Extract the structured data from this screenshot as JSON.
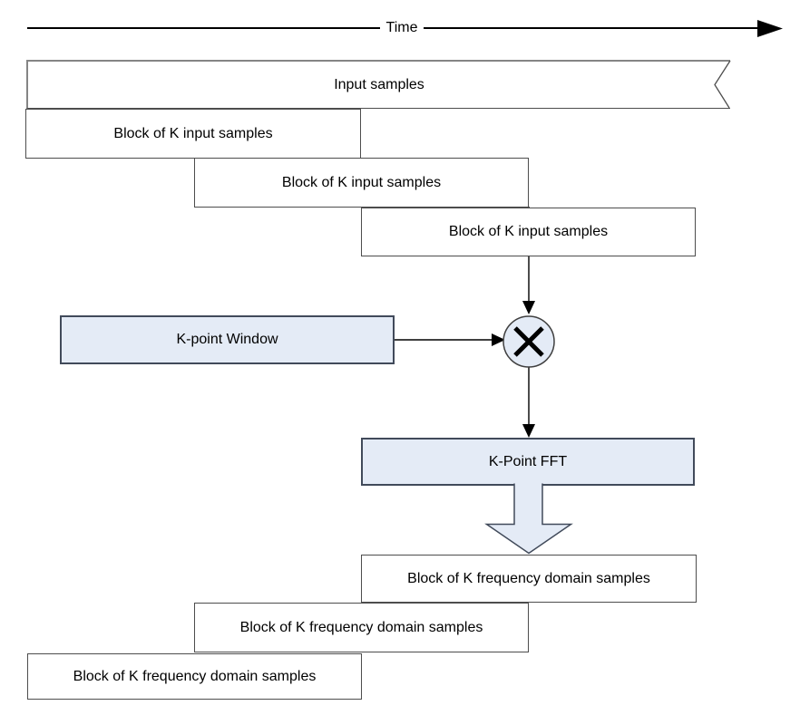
{
  "diagram": {
    "time_axis": {
      "label": "Time"
    },
    "input_stream": {
      "label": "Input samples"
    },
    "input_blocks": [
      {
        "label": "Block of K input samples"
      },
      {
        "label": "Block of K input samples"
      },
      {
        "label": "Block of K input samples"
      }
    ],
    "window": {
      "label": "K-point Window"
    },
    "multiply_symbol": "✕",
    "fft": {
      "label": "K-Point FFT"
    },
    "output_blocks": [
      {
        "label": "Block of K frequency domain samples"
      },
      {
        "label": "Block of K frequency domain samples"
      },
      {
        "label": "Block of K frequency domain samples"
      }
    ],
    "colors": {
      "highlight_fill": "#e4ebf6",
      "highlight_border": "#414a5a",
      "box_border": "#4d4d4d",
      "torn_edge_gray": "#858585",
      "line": "#000000",
      "background": "#ffffff"
    }
  }
}
